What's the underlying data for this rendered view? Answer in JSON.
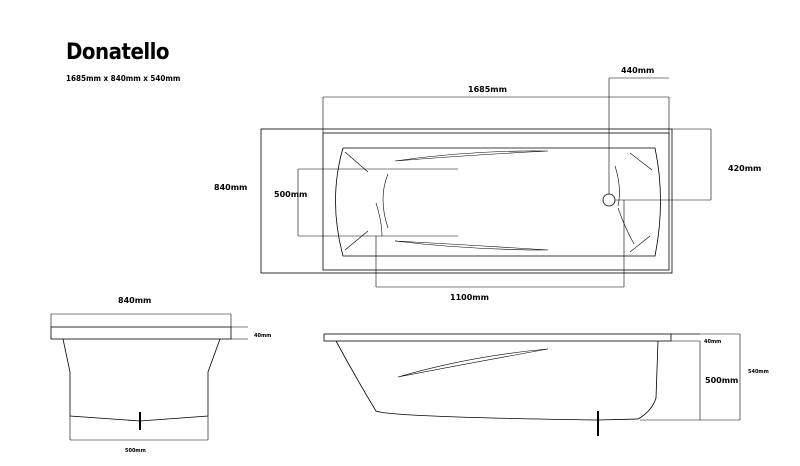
{
  "product": {
    "name": "Donatello",
    "dimensions": "1685mm x 840mm x 540mm"
  },
  "plan_view": {
    "length": "1685mm",
    "waste_offset": "440mm",
    "waste_height": "420mm",
    "width": "840mm",
    "inner_width": "500mm",
    "inner_length": "1100mm"
  },
  "end_view": {
    "width": "840mm",
    "rim": "40mm",
    "base": "500mm"
  },
  "side_view": {
    "rim": "40mm",
    "depth": "500mm",
    "total_height": "540mm"
  }
}
